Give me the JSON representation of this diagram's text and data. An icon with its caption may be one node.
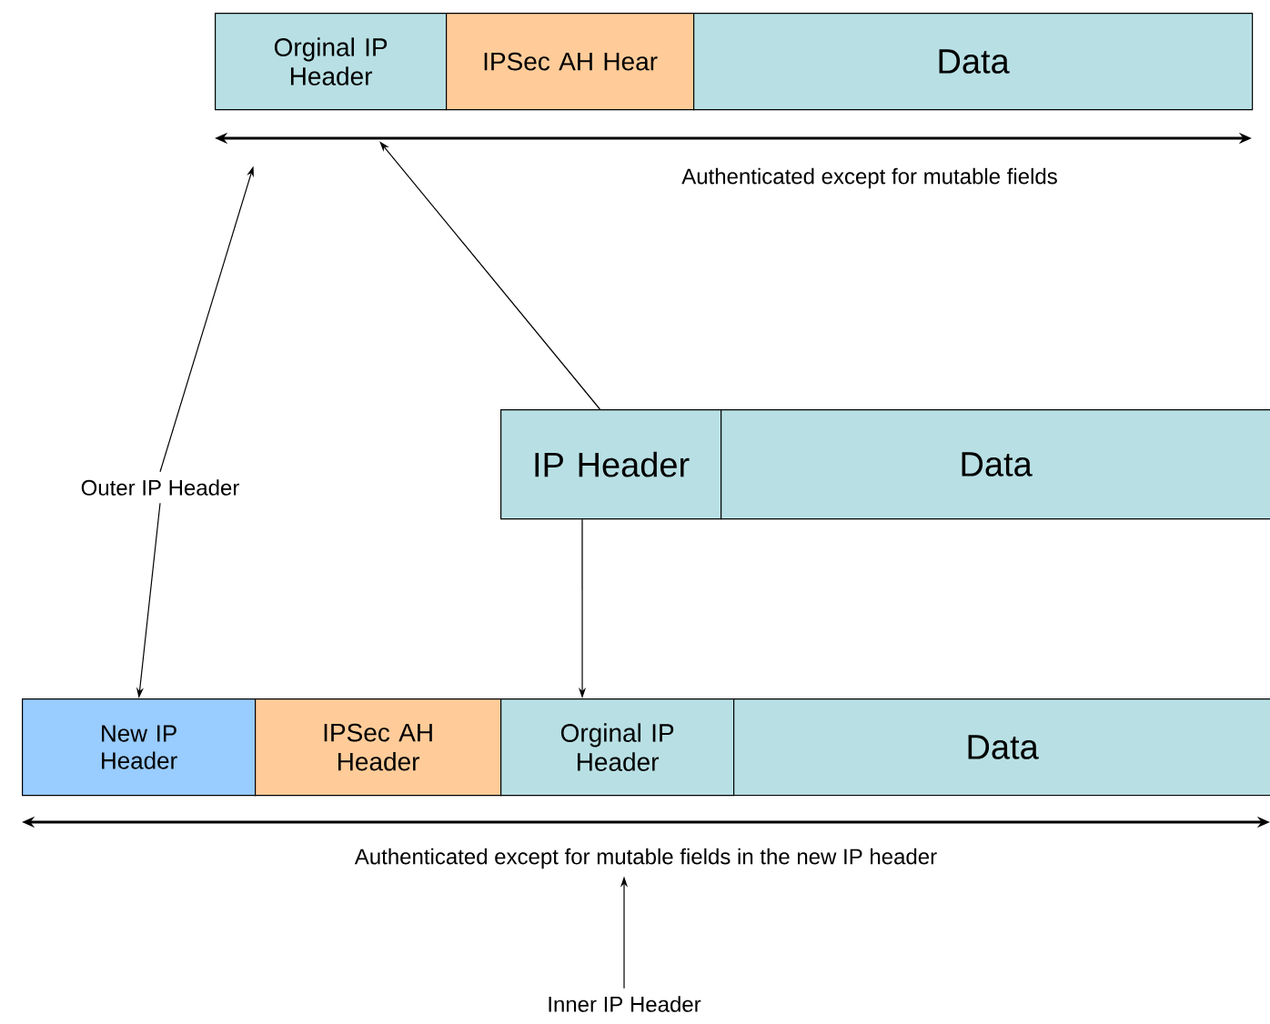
{
  "diagram": {
    "nodes": [
      {
        "text": [
          "Orginal IP Header"
        ]
      },
      {
        "text": [
          "IPSec AH Hear"
        ]
      },
      {
        "text": [
          "Data"
        ]
      },
      {
        "text": [
          "IP Header"
        ]
      },
      {
        "text": [
          "Data"
        ]
      },
      {
        "text": [
          "New IP Header"
        ]
      },
      {
        "text": [
          "IPSec AH Header"
        ]
      },
      {
        "text": [
          "Orginal IP Header"
        ]
      },
      {
        "text": [
          "Data"
        ]
      },
      {
        "text": [
          "Outer IP Header"
        ]
      },
      {
        "text": [
          "Inner IP Header"
        ]
      },
      {
        "text": [
          "Authenticated except for mutable fields in the new IP header"
        ]
      }
    ],
    "edges": [
      {
        "from": 9,
        "to": 0,
        "arrow": "to"
      },
      {
        "from": 3,
        "to": 0,
        "arrow": "to"
      },
      {
        "from": 9,
        "to": 5,
        "arrow": "to"
      },
      {
        "from": 3,
        "to": 7,
        "arrow": "to"
      },
      {
        "from": 10,
        "to": 11,
        "arrow": "to"
      }
    ],
    "labels": [
      "Authenticated except for mutable fields"
    ]
  }
}
